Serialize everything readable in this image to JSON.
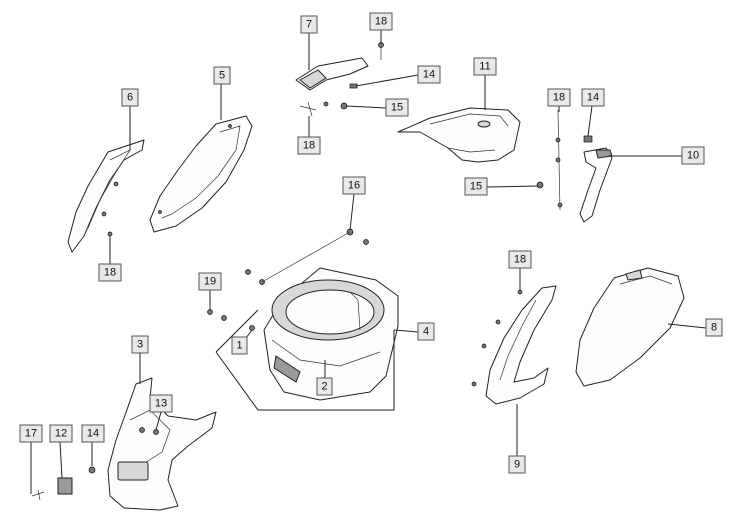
{
  "callouts": [
    {
      "id": "c1",
      "text": "1"
    },
    {
      "id": "c2",
      "text": "2"
    },
    {
      "id": "c3",
      "text": "3"
    },
    {
      "id": "c4",
      "text": "4"
    },
    {
      "id": "c5",
      "text": "5"
    },
    {
      "id": "c6",
      "text": "6"
    },
    {
      "id": "c7",
      "text": "7"
    },
    {
      "id": "c8",
      "text": "8"
    },
    {
      "id": "c9",
      "text": "9"
    },
    {
      "id": "c10",
      "text": "10"
    },
    {
      "id": "c11",
      "text": "11"
    },
    {
      "id": "c12",
      "text": "12"
    },
    {
      "id": "c13",
      "text": "13"
    },
    {
      "id": "c14a",
      "text": "14"
    },
    {
      "id": "c14b",
      "text": "14"
    },
    {
      "id": "c14c",
      "text": "14"
    },
    {
      "id": "c15a",
      "text": "15"
    },
    {
      "id": "c15b",
      "text": "15"
    },
    {
      "id": "c16",
      "text": "16"
    },
    {
      "id": "c17",
      "text": "17"
    },
    {
      "id": "c18a",
      "text": "18"
    },
    {
      "id": "c18b",
      "text": "18"
    },
    {
      "id": "c18c",
      "text": "18"
    },
    {
      "id": "c18d",
      "text": "18"
    },
    {
      "id": "c18e",
      "text": "18"
    },
    {
      "id": "c19",
      "text": "19"
    }
  ]
}
